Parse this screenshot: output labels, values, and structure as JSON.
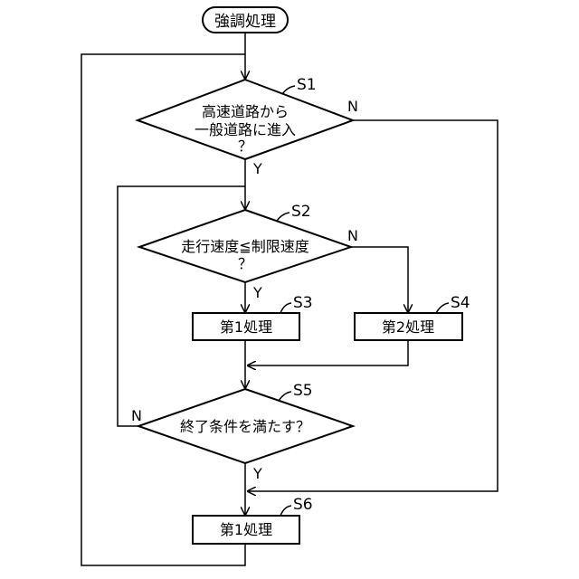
{
  "flowchart": {
    "start": {
      "label": "強調処理"
    },
    "s1": {
      "step": "S1",
      "line1": "高速道路から",
      "line2": "一般道路に進入",
      "line3": "？",
      "yes": "Y",
      "no": "N"
    },
    "s2": {
      "step": "S2",
      "line1": "走行速度≦制限速度",
      "line2": "？",
      "yes": "Y",
      "no": "N"
    },
    "s3": {
      "step": "S3",
      "label": "第1処理"
    },
    "s4": {
      "step": "S4",
      "label": "第2処理"
    },
    "s5": {
      "step": "S5",
      "line1": "終了条件を満たす？",
      "yes": "Y",
      "no": "N"
    },
    "s6": {
      "step": "S6",
      "label": "第1処理"
    }
  }
}
